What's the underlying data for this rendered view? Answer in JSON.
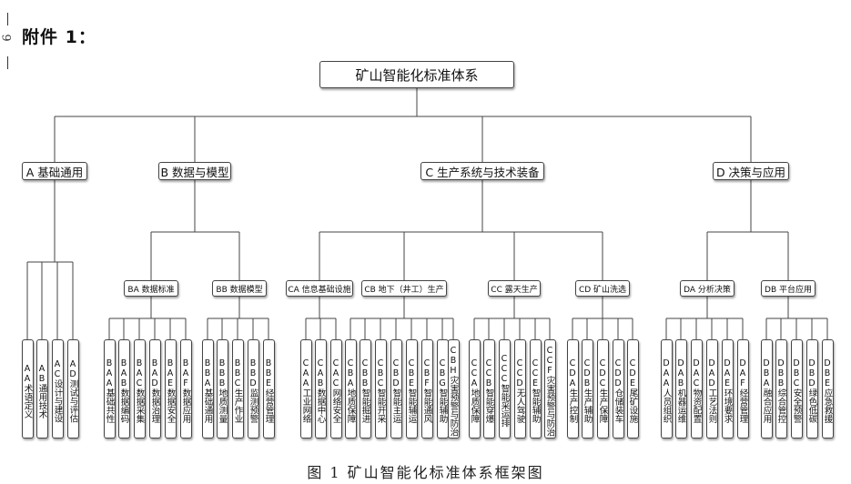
{
  "page_number": "9",
  "heading": "附件 1：",
  "root": "矿山智能化标准体系",
  "caption": "图 1 矿山智能化标准体系框架图",
  "level1": [
    {
      "id": "A",
      "label": "A 基础通用"
    },
    {
      "id": "B",
      "label": "B 数据与模型"
    },
    {
      "id": "C",
      "label": "C 生产系统与技术装备"
    },
    {
      "id": "D",
      "label": "D 决策与应用"
    }
  ],
  "level2": [
    {
      "id": "BA",
      "label": "BA 数据标准"
    },
    {
      "id": "BB",
      "label": "BB  数据模型"
    },
    {
      "id": "CA",
      "label": "CA 信息基础设施"
    },
    {
      "id": "CB",
      "label": "CB 地下（井工）生产"
    },
    {
      "id": "CC",
      "label": "CC 露天生产"
    },
    {
      "id": "CD",
      "label": "CD 矿山洗选"
    },
    {
      "id": "DA",
      "label": "DA 分析决策"
    },
    {
      "id": "DB",
      "label": "DB 平台应用"
    }
  ],
  "leaves": {
    "A": [
      "AA术语定义",
      "AB通用技术",
      "AC设计与建设",
      "AD测试与评估"
    ],
    "BA": [
      "BAA基础共性",
      "BAB数据编码",
      "BAC数据采集",
      "BAD数据治理",
      "BAE数据安全",
      "BAF数据应用"
    ],
    "BB": [
      "BBA基础通用",
      "BBB地质测量",
      "BBC生产作业",
      "BBD监测预警",
      "BBE经营管理"
    ],
    "CA": [
      "CAA工业网络",
      "CAB数据中心",
      "CAC网络安全"
    ],
    "CB": [
      "CBA地质保障",
      "CBB智能掘进",
      "CBC智能开采",
      "CBD智能主运",
      "CBE智能辅运",
      "CBF智能通风",
      "CBG智能辅助",
      "CBH灾害预警与防治"
    ],
    "CC": [
      "CCA地质保障",
      "CCB智能穿爆",
      "CCC智能采运排",
      "CCD无人驾驶",
      "CCE智能辅助",
      "CCF灾害预警与防治"
    ],
    "CD": [
      "CDA生产控制",
      "CDB生产辅助",
      "CDC生产保障",
      "CDD仓储装车",
      "CDE尾矿设施"
    ],
    "DA": [
      "DAA人员组织",
      "DAB机器运维",
      "DAC物资配置",
      "DAD工艺法则",
      "DAE环境要求",
      "DAF经营管理"
    ],
    "DB": [
      "DBA融合应用",
      "DBB综合管控",
      "DBC安全预警",
      "DBD绿色低碳",
      "DBE应急救援"
    ]
  }
}
